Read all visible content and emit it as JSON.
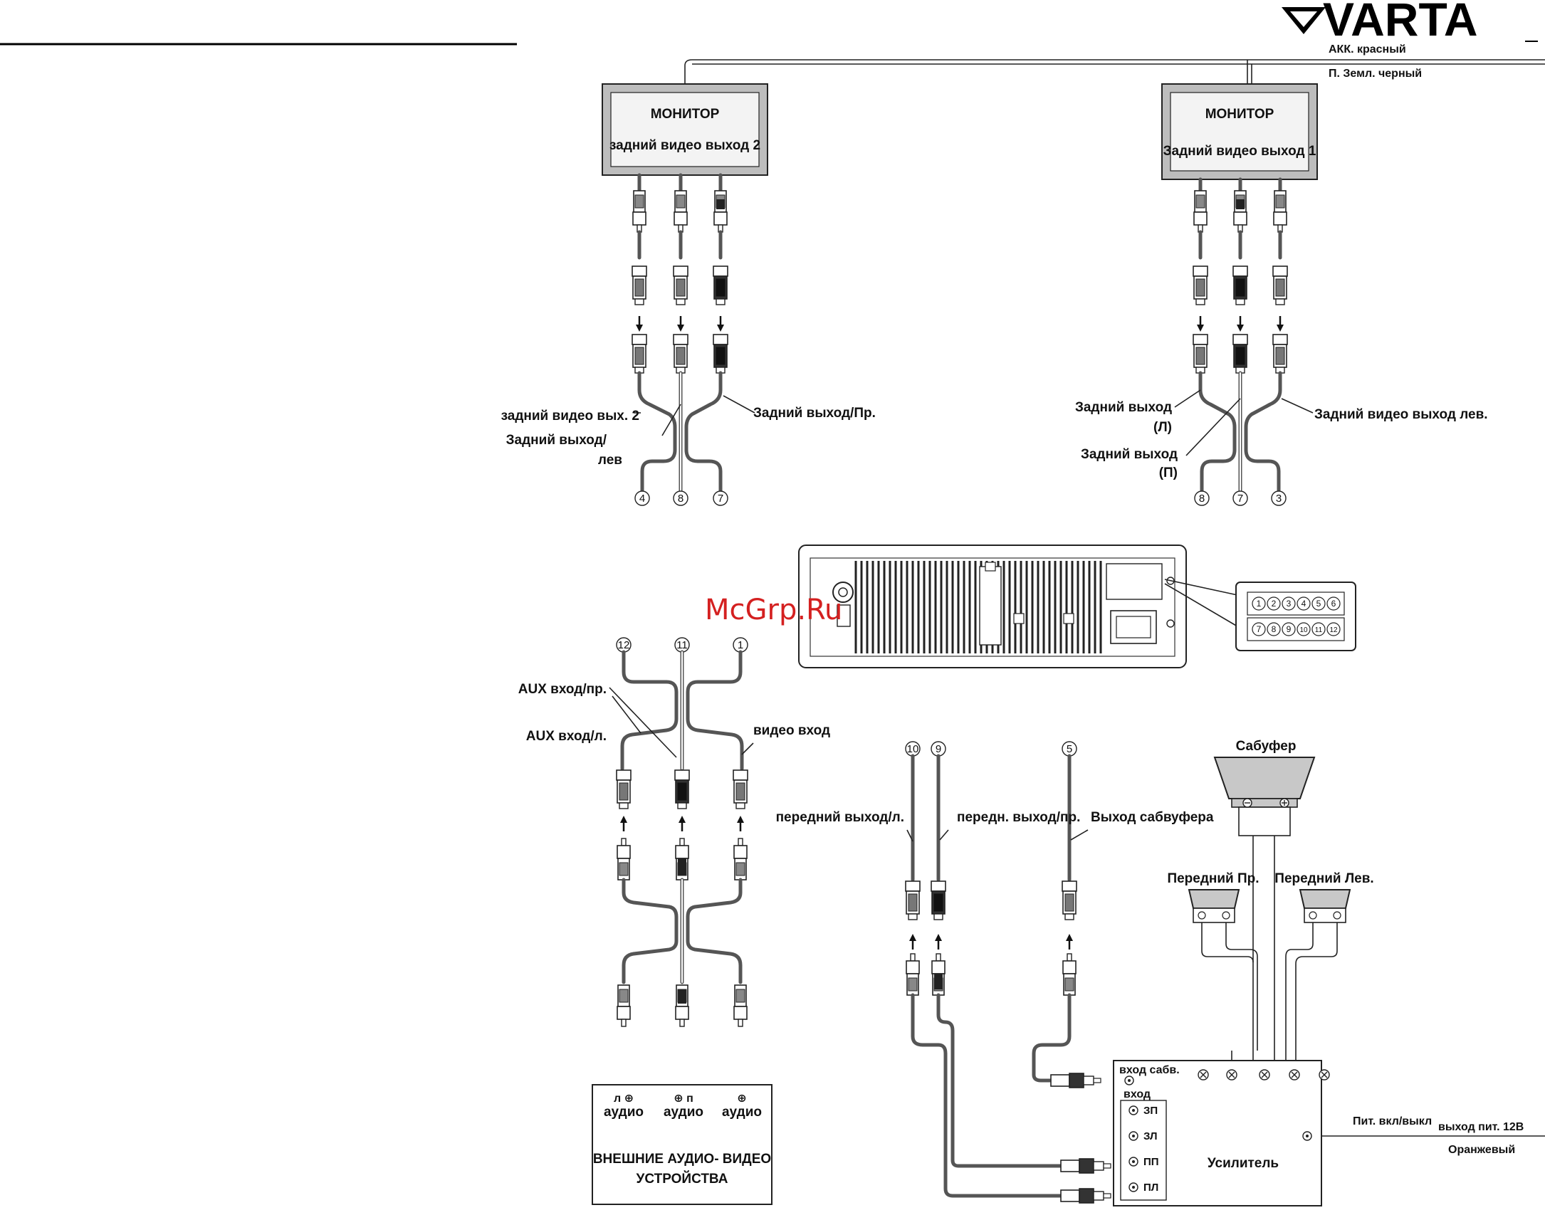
{
  "brand": {
    "logo_text": "VARTA"
  },
  "watermark": "McGrp.Ru",
  "power": {
    "acc": "АКК. красный",
    "ground": "П. Земл.  черный"
  },
  "monitor2": {
    "title": "МОНИТОР",
    "subtitle": "задний видео выход 2"
  },
  "monitor1": {
    "title": "МОНИТОР",
    "subtitle": "Задний видео выход 1"
  },
  "rear_left_group": {
    "label_video": "задний видео вых. 2",
    "label_left_a": "Задний выход/",
    "label_left_b": "лев",
    "label_right": "Задний выход/Пр.",
    "pins": [
      "4",
      "8",
      "7"
    ]
  },
  "rear_right_group": {
    "label_l_a": "Задний выход",
    "label_l_b": "(Л)",
    "label_p_a": "Задний выход",
    "label_p_b": "(П)",
    "label_video": "Задний видео выход лев.",
    "pins": [
      "8",
      "7",
      "3"
    ]
  },
  "connector_pins": {
    "row1": [
      "1",
      "2",
      "3",
      "4",
      "5",
      "6"
    ],
    "row2": [
      "7",
      "8",
      "9",
      "10",
      "11",
      "12"
    ]
  },
  "aux_group": {
    "pins": [
      "12",
      "11",
      "1"
    ],
    "label_aux_right": "AUX вход/пр.",
    "label_aux_left": "AUX вход/л.",
    "label_video": "видео вход"
  },
  "external": {
    "audio_l": "л ⊕",
    "audio_r": "⊕ п",
    "video": "⊕",
    "audio_word": "аудио",
    "title_a": "ВНЕШНИЕ АУДИО- ВИДЕО",
    "title_b": "УСТРОЙСТВА"
  },
  "front_group": {
    "pins": [
      "10",
      "9",
      "5"
    ],
    "label_front_left": "передний выход/л.",
    "label_front_right": "передн. выход/пр.",
    "label_sub": "Выход сабвуфера"
  },
  "speakers": {
    "sub": "Сабуфер",
    "front_right": "Передний Пр.",
    "front_left": "Передний Лев."
  },
  "amplifier": {
    "sub_in": "вход сабв.",
    "in": "вход",
    "inputs": [
      "ЗП",
      "ЗЛ",
      "ПП",
      "ПЛ"
    ],
    "title": "Усилитель",
    "power_on": "Пит. вкл/выкл",
    "power_out": "выход пит. 12В",
    "power_color": "Оранжевый"
  }
}
